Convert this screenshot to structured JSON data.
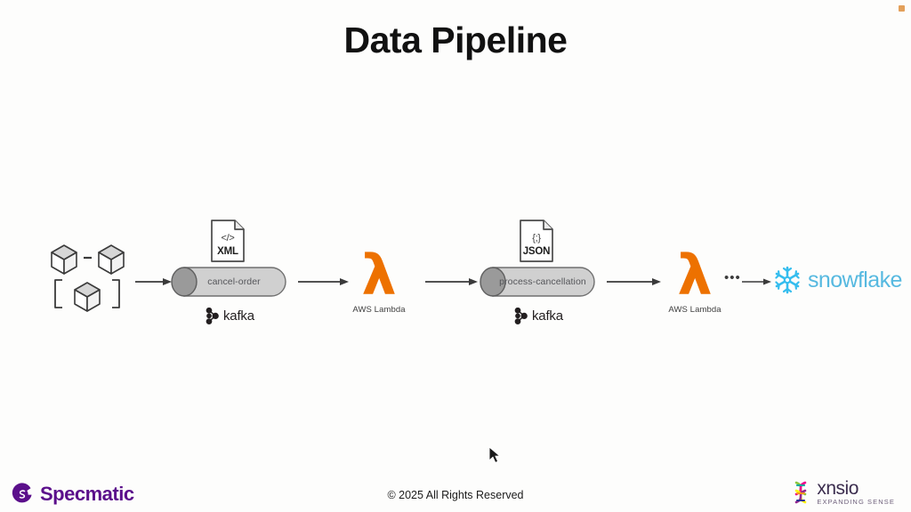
{
  "slide": {
    "title": "Data Pipeline",
    "background_color": "#fdfdfc",
    "corner_marker_color": "#e3a05a"
  },
  "pipeline": {
    "source": {
      "name": "microservices-cube-cluster",
      "cube_count": 3
    },
    "stages": [
      {
        "type": "kafka-topic",
        "topic_name": "cancel-order",
        "platform_label": "kafka",
        "format_icon": {
          "symbol": "</>",
          "label": "XML"
        }
      },
      {
        "type": "compute",
        "glyph": "λ",
        "label": "AWS Lambda",
        "color": "#ed7100"
      },
      {
        "type": "kafka-topic",
        "topic_name": "process-cancellation",
        "platform_label": "kafka",
        "format_icon": {
          "symbol": "{;}",
          "label": "JSON"
        }
      },
      {
        "type": "compute",
        "glyph": "λ",
        "label": "AWS Lambda",
        "color": "#ed7100"
      },
      {
        "type": "warehouse",
        "label": "snowflake",
        "color": "#56b9e0",
        "preceding_ellipsis": "•••"
      }
    ]
  },
  "footer": {
    "copyright": "© 2025 All Rights Reserved",
    "left_brand": {
      "name": "Specmatic",
      "color": "#5b0f8b"
    },
    "right_brand": {
      "name": "xnsio",
      "tagline": "EXPANDING SENSE",
      "color": "#3b2d4e"
    }
  }
}
